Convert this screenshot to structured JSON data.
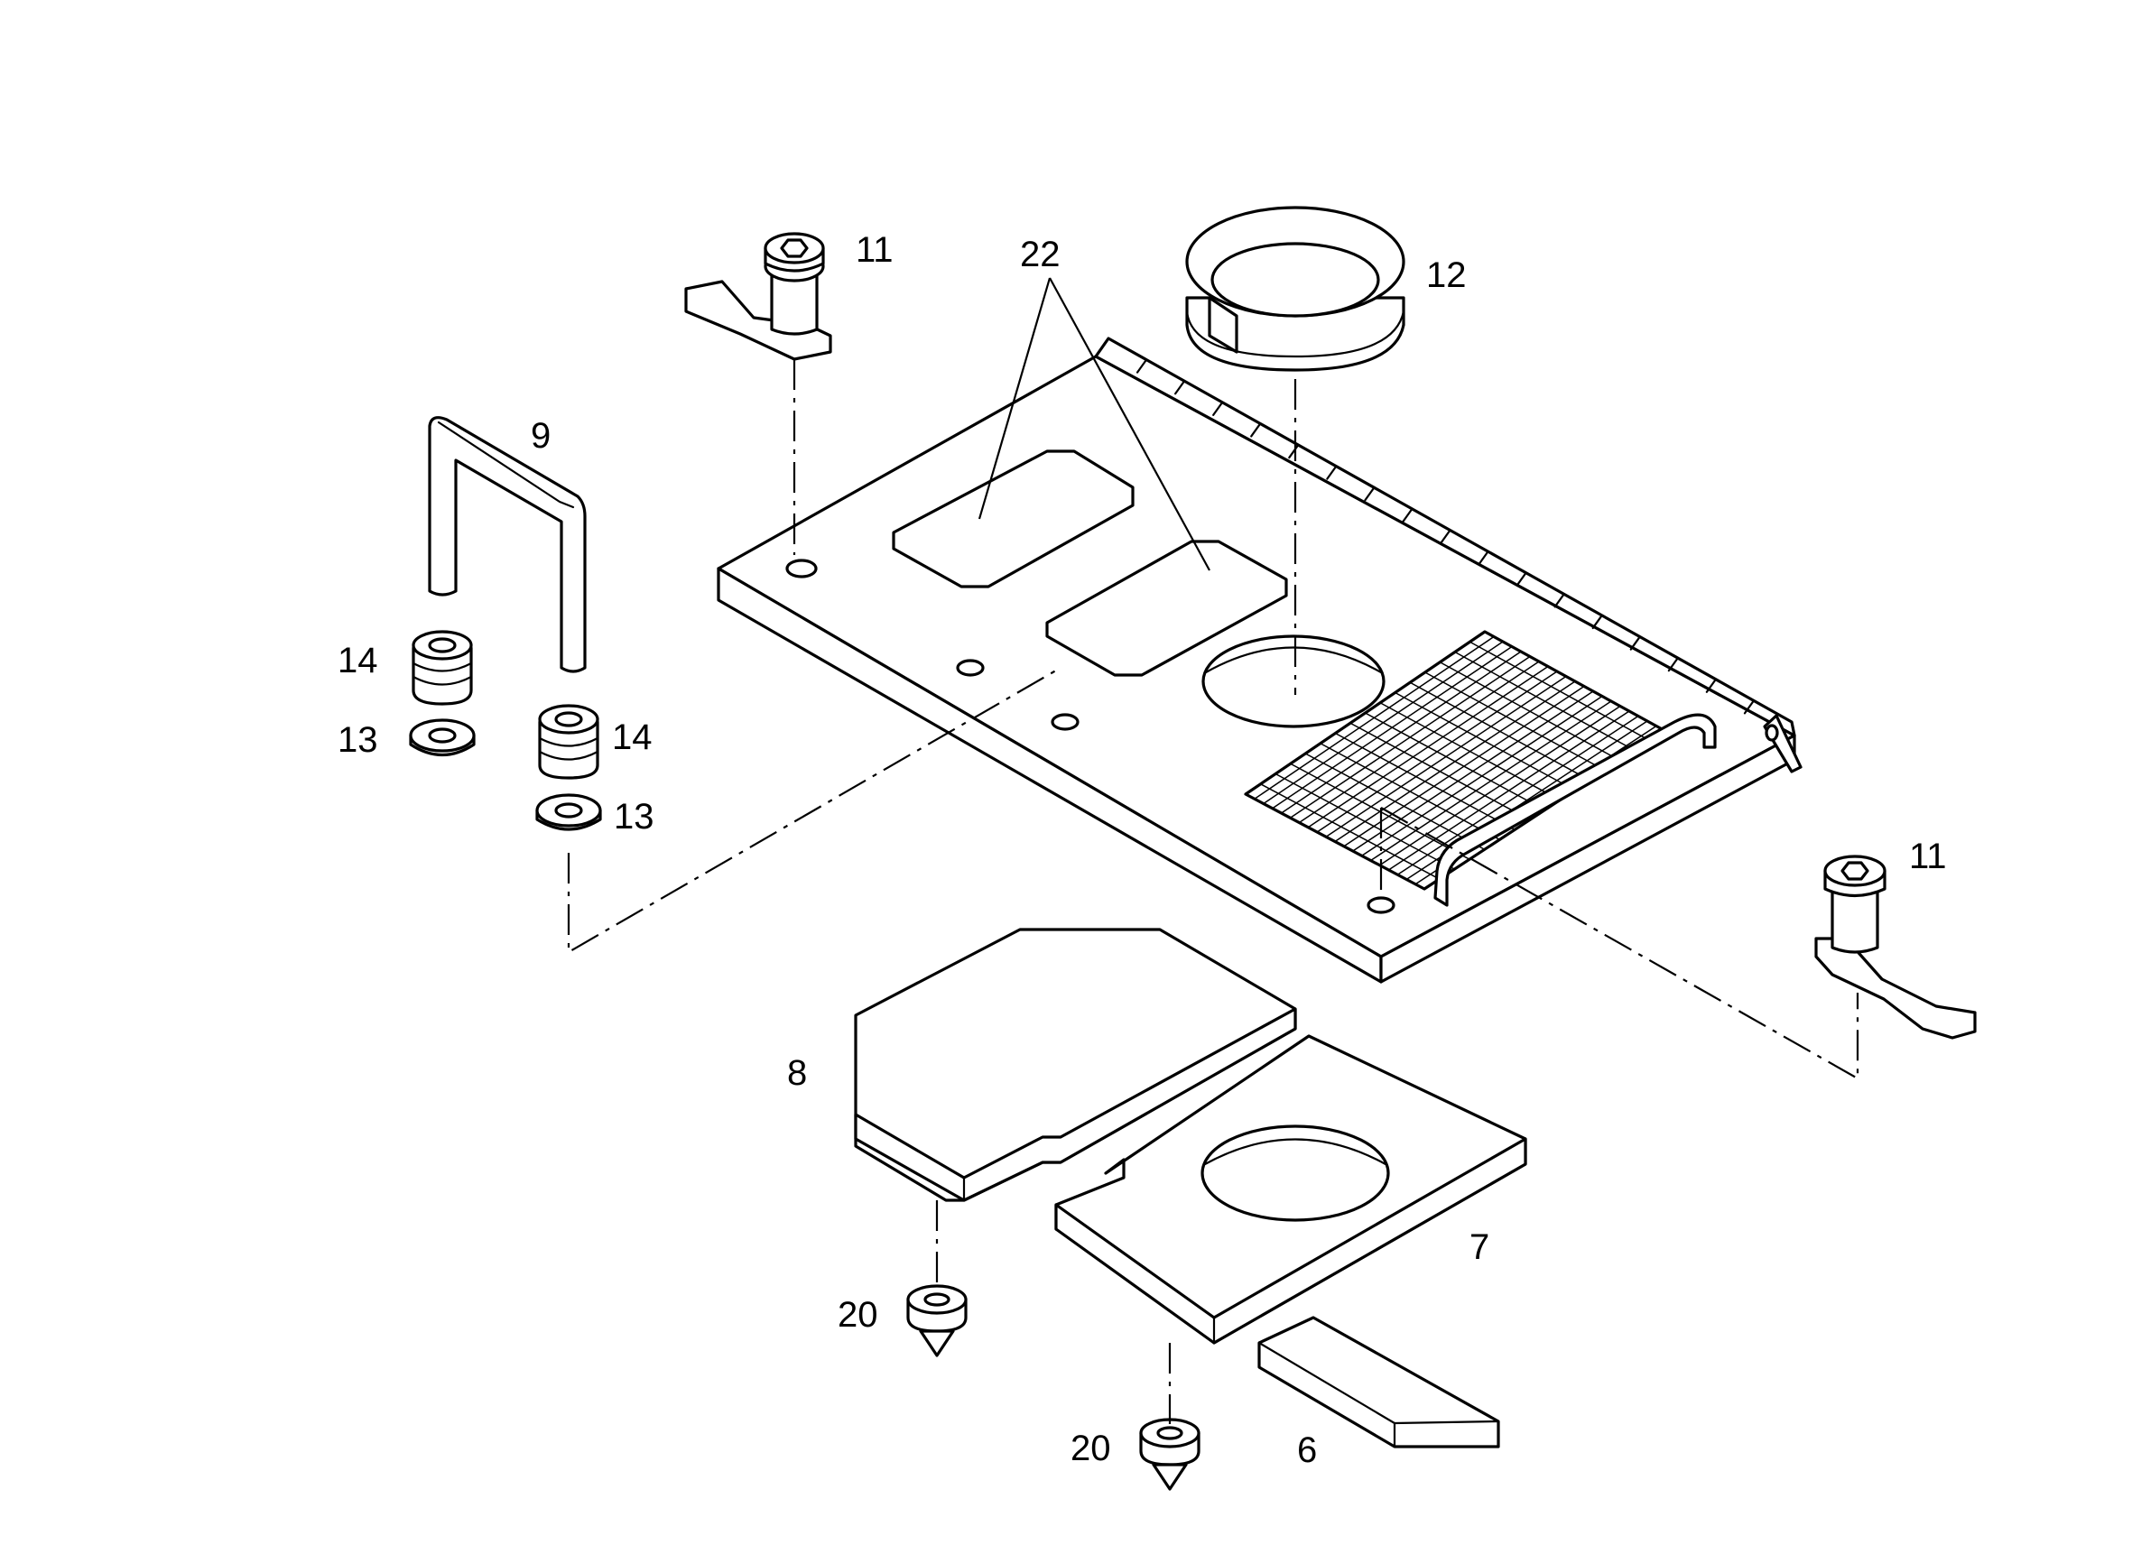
{
  "callouts": {
    "c6": "6",
    "c7": "7",
    "c8": "8",
    "c9": "9",
    "c11a": "11",
    "c11b": "11",
    "c12": "12",
    "c13a": "13",
    "c13b": "13",
    "c14a": "14",
    "c14b": "14",
    "c20a": "20",
    "c20b": "20",
    "c22": "22"
  }
}
